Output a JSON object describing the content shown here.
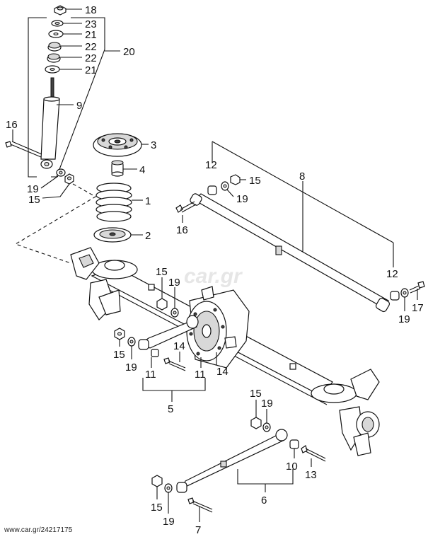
{
  "diagram": {
    "callouts": {
      "c18": "18",
      "c23": "23",
      "c21a": "21",
      "c22a": "22",
      "c22b": "22",
      "c21b": "21",
      "c20": "20",
      "c9": "9",
      "c16a": "16",
      "c3": "3",
      "c4": "4",
      "c19a": "19",
      "c15a": "15",
      "c1": "1",
      "c2": "2",
      "c12a": "12",
      "c15b": "15",
      "c19b": "19",
      "c8": "8",
      "c16b": "16",
      "c15c": "15",
      "c19c": "19",
      "c12b": "12",
      "c19d": "19",
      "c17": "17",
      "c15d": "15",
      "c19e": "19",
      "c14a": "14",
      "c11a": "11",
      "c11b": "11",
      "c14b": "14",
      "c5": "5",
      "c15e": "15",
      "c19f": "19",
      "c10": "10",
      "c13": "13",
      "c6": "6",
      "c15f": "15",
      "c19g": "19",
      "c7": "7"
    },
    "watermark": "car.gr",
    "footer": "www.car.gr/24217175"
  }
}
